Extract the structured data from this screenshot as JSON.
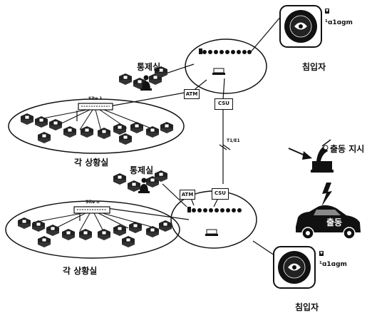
{
  "labels": {
    "control_room_top": "통제실",
    "control_room_bottom": "통제실",
    "site1_title": "Site 1",
    "siten_title": "Site n",
    "situation_room_top": "각 상황실",
    "situation_room_bottom": "각 상황실",
    "intruder_top": "침입자",
    "intruder_bottom": "침입자",
    "dispatch_order": "출동 지시",
    "dispatch": "출동",
    "atm_top": "ATM",
    "atm_bottom": "ATM",
    "csu_top": "CSU",
    "csu_bottom": "CSU",
    "link": "T1/E1",
    "icon_caption_top": "¹ɑ1ɑgm",
    "icon_caption_bottom": "¹ɑ1ɑgm"
  }
}
